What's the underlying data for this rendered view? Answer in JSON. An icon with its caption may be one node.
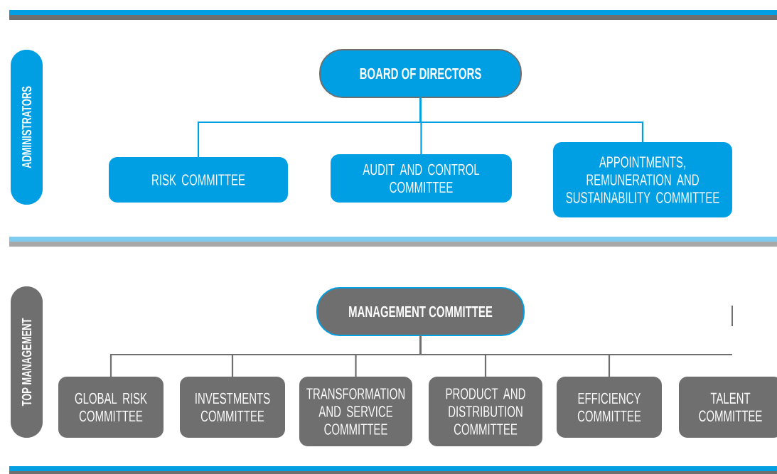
{
  "diagram": {
    "nodes": [
      {
        "text": [
          "ADMINISTRATORS"
        ]
      },
      {
        "text": [
          "BOARD OF DIRECTORS"
        ]
      },
      {
        "text": [
          "RISK COMMITTEE"
        ]
      },
      {
        "text": [
          "AUDIT AND CONTROL COMMITTEE"
        ]
      },
      {
        "text": [
          "APPOINTMENTS, REMUNERATION AND SUSTAINABILITY COMMITTEE"
        ]
      },
      {
        "text": [
          "TOP MANAGEMENT"
        ]
      },
      {
        "text": [
          "MANAGEMENT COMMITTEE"
        ]
      },
      {
        "text": [
          "GLOBAL RISK COMMITTEE"
        ]
      },
      {
        "text": [
          "INVESTMENTS COMMITTEE"
        ]
      },
      {
        "text": [
          "TRANSFORMATION AND SERVICE COMMITTEE"
        ]
      },
      {
        "text": [
          "PRODUCT AND DISTRIBUTION COMMITTEE"
        ]
      },
      {
        "text": [
          "EFFICIENCY COMMITTEE"
        ]
      },
      {
        "text": [
          "TALENT COMMITTEE"
        ]
      }
    ],
    "edges": [
      {
        "from": 1,
        "to": 2,
        "arrow": "none",
        "color": "#009fe3"
      },
      {
        "from": 1,
        "to": 3,
        "arrow": "none",
        "color": "#009fe3"
      },
      {
        "from": 1,
        "to": 4,
        "arrow": "none",
        "color": "#009fe3"
      },
      {
        "from": 6,
        "to": 7,
        "arrow": "none"
      },
      {
        "from": 6,
        "to": 8,
        "arrow": "none"
      },
      {
        "from": 6,
        "to": 9,
        "arrow": "none"
      },
      {
        "from": 6,
        "to": 10,
        "arrow": "none"
      },
      {
        "from": 6,
        "to": 11,
        "arrow": "none"
      }
    ]
  }
}
